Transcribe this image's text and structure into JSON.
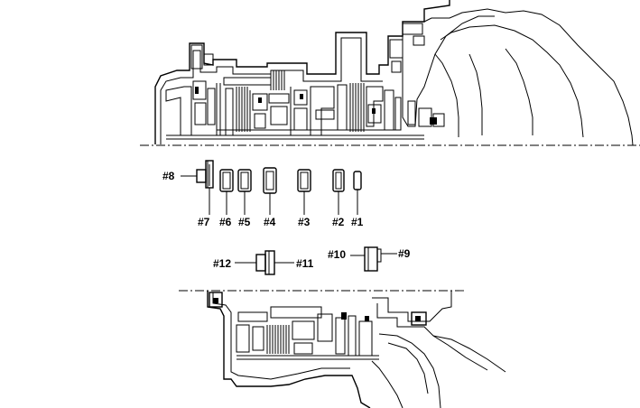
{
  "labels": {
    "p1": "#1",
    "p2": "#2",
    "p3": "#3",
    "p4": "#4",
    "p5": "#5",
    "p6": "#6",
    "p7": "#7",
    "p8": "#8",
    "p9": "#9",
    "p10": "#10",
    "p11": "#11",
    "p12": "#12"
  }
}
